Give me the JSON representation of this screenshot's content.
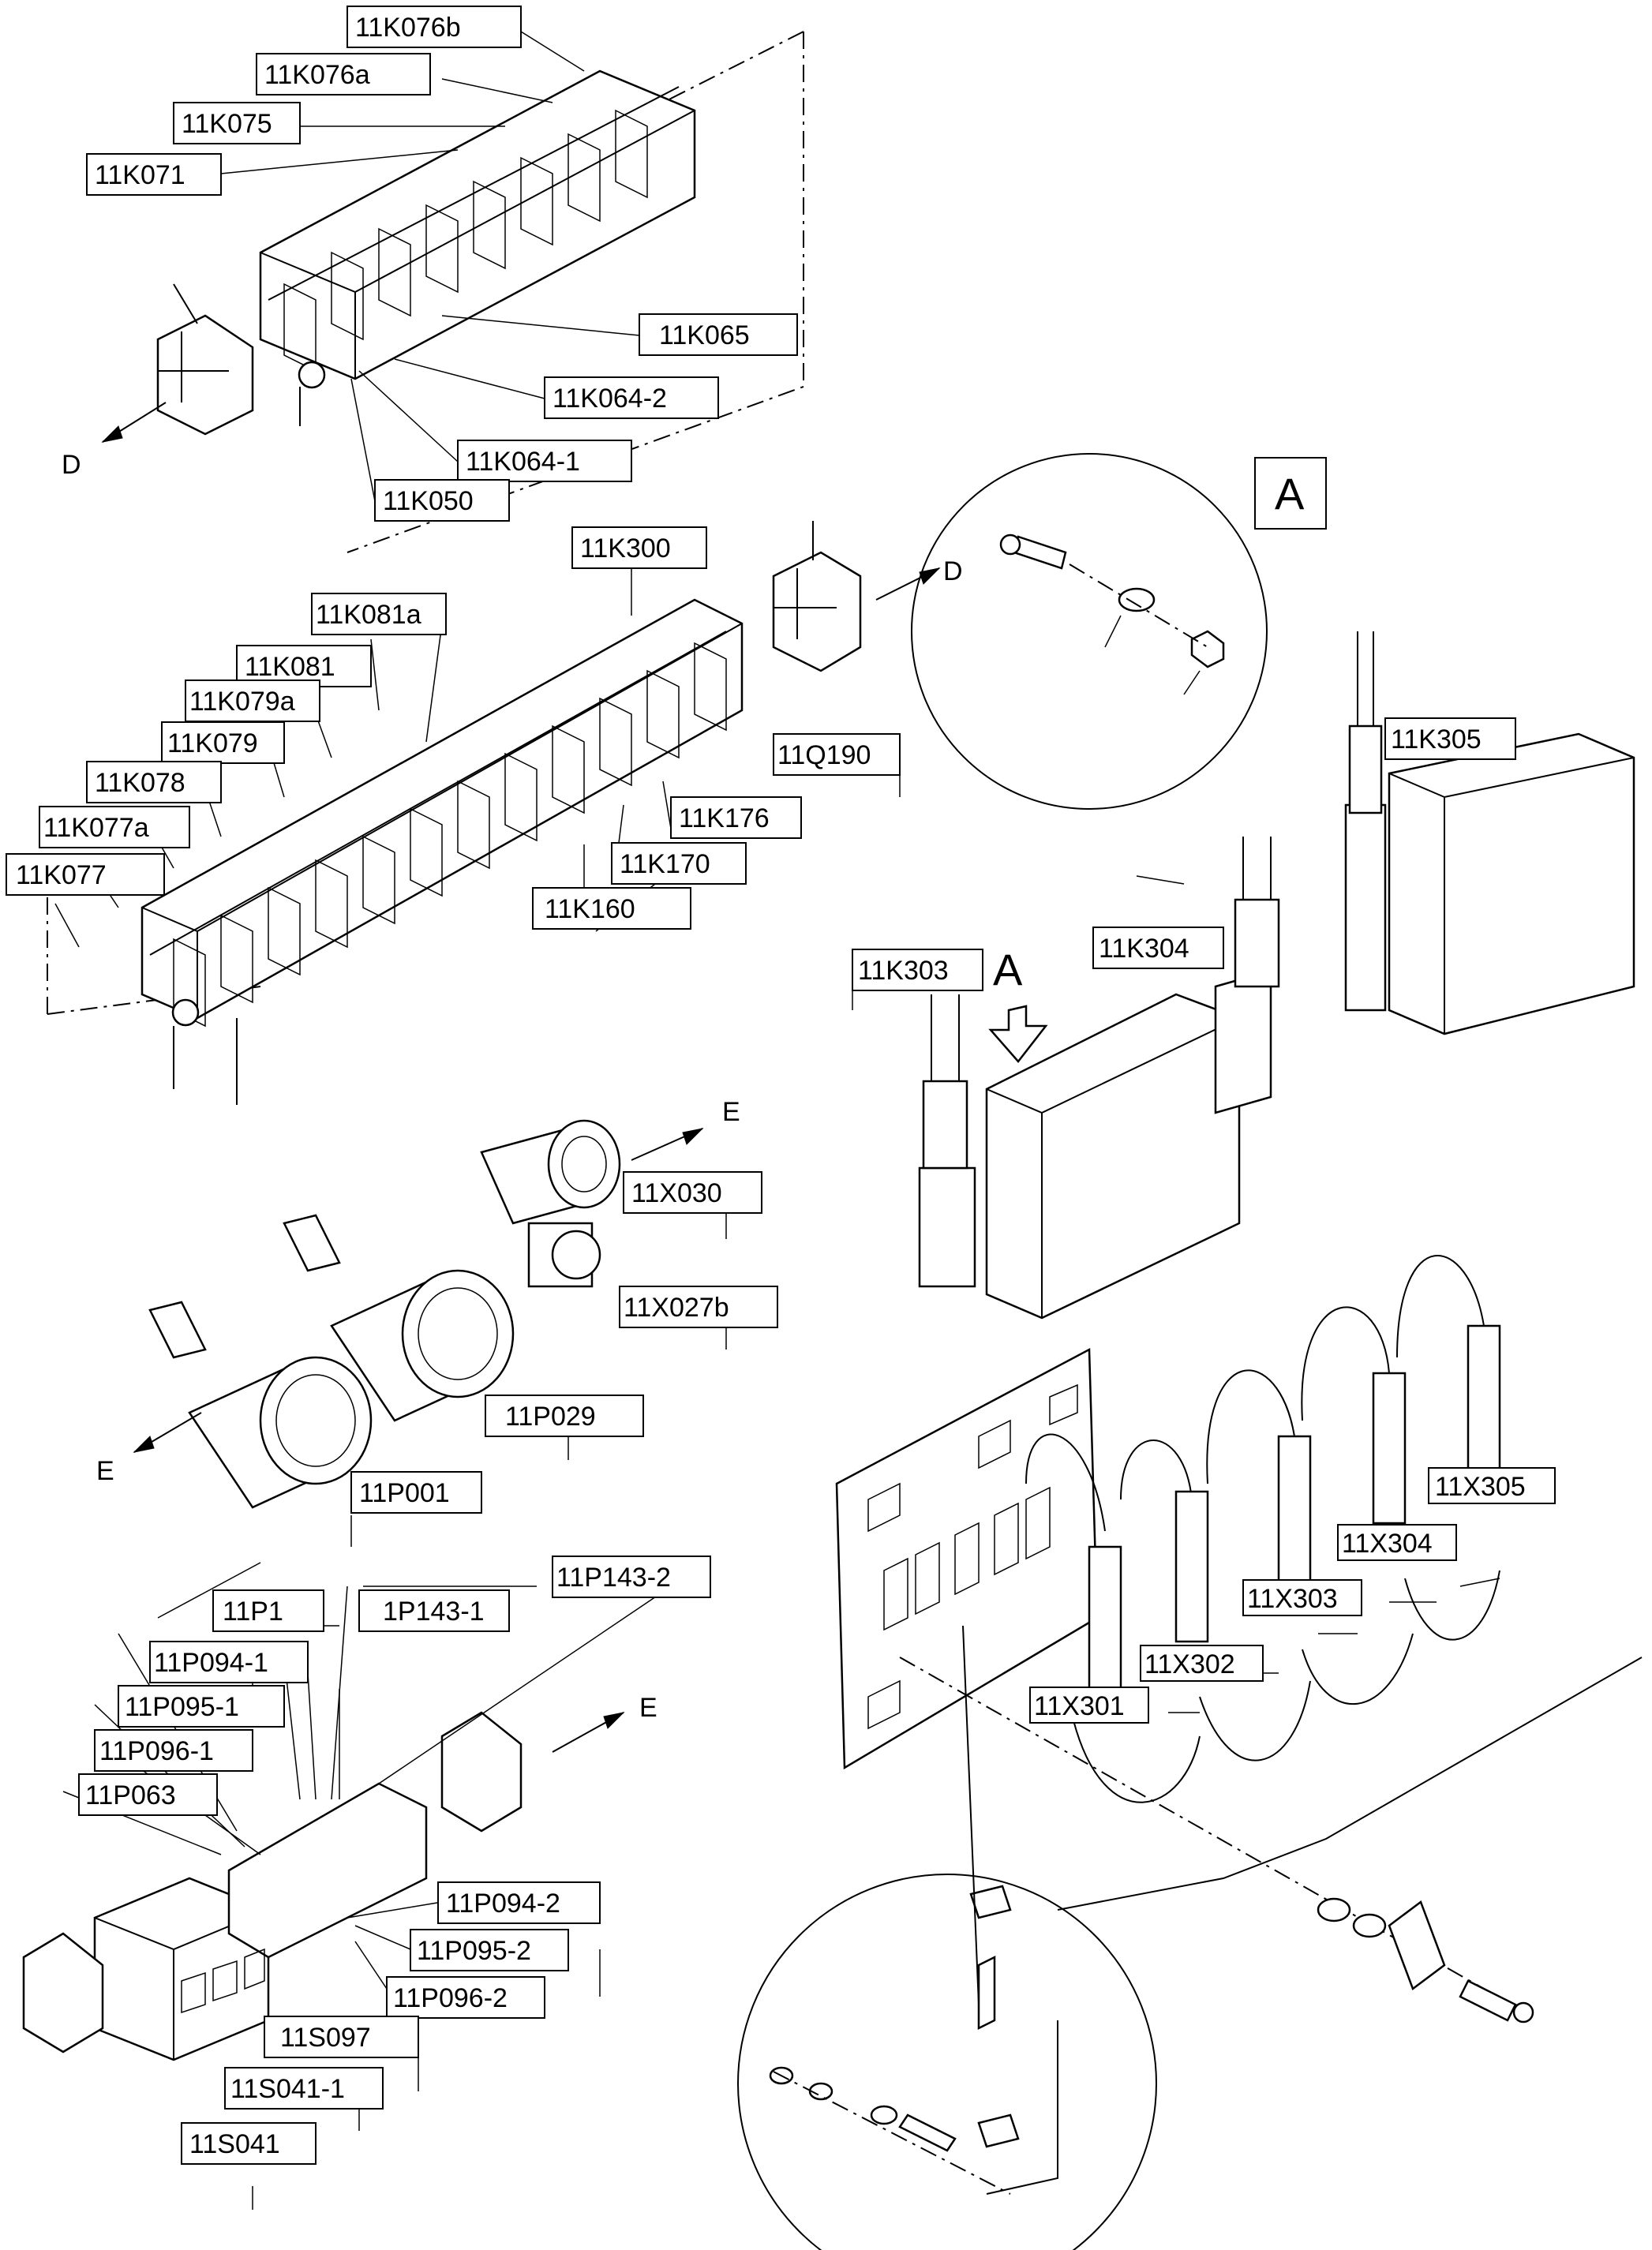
{
  "diagram": {
    "detail_label": "A",
    "labels": {
      "k076b": "11K076b",
      "k076a": "11K076a",
      "k075": "11K075",
      "k071": "11K071",
      "k065": "11K065",
      "k064_2": "11K064-2",
      "k064_1": "11K064-1",
      "k050": "11K050",
      "k300": "11K300",
      "k081a": "11K081a",
      "k081": "11K081",
      "k079a": "11K079a",
      "k079": "11K079",
      "k078": "11K078",
      "k077a": "11K077a",
      "k077": "11K077",
      "q190": "11Q190",
      "k176": "11K176",
      "k170": "11K170",
      "k160": "11K160",
      "k305": "11K305",
      "k304": "11K304",
      "k303": "11K303",
      "x030": "11X030",
      "x027b": "11X027b",
      "p029": "11P029",
      "p001": "11P001",
      "x305": "11X305",
      "x304": "11X304",
      "x303": "11X303",
      "x302": "11X302",
      "x301": "11X301",
      "p1": "11P1",
      "p143_1": "1P143-1",
      "p143_2": "11P143-2",
      "p094_1": "11P094-1",
      "p095_1": "11P095-1",
      "p096_1": "11P096-1",
      "p063": "11P063",
      "p094_2": "11P094-2",
      "p095_2": "11P095-2",
      "p096_2": "11P096-2",
      "s097": "11S097",
      "s041_1": "11S041-1",
      "s041": "11S041"
    },
    "arrows": {
      "d1": "D",
      "d2": "D",
      "e1": "E",
      "e2": "E",
      "e3": "E",
      "view_a": "A"
    }
  }
}
